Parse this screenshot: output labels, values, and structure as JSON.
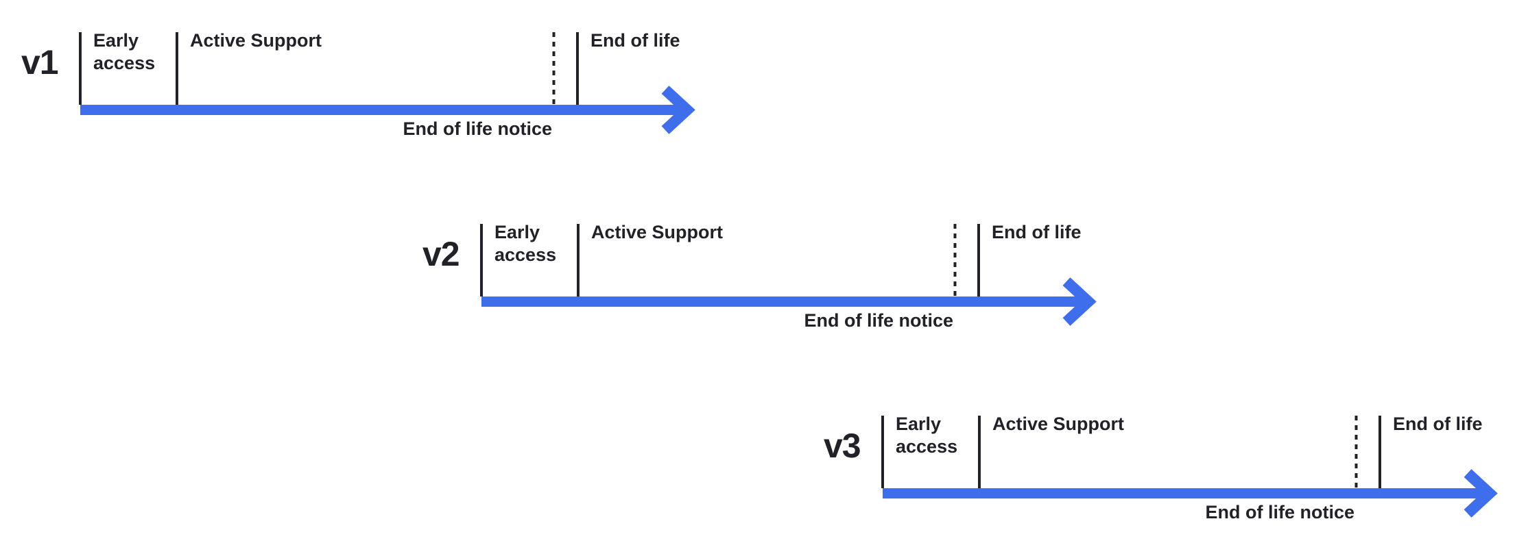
{
  "colors": {
    "arrow_blue": "#3E6EEB",
    "ink": "#212227",
    "background": "#ffffff"
  },
  "rows": [
    {
      "version": "v1",
      "phases": {
        "early_access": "Early access",
        "active_support": "Active Support",
        "end_of_life": "End of life"
      },
      "eol_notice": "End of life notice"
    },
    {
      "version": "v2",
      "phases": {
        "early_access": "Early access",
        "active_support": "Active Support",
        "end_of_life": "End of life"
      },
      "eol_notice": "End of life notice"
    },
    {
      "version": "v3",
      "phases": {
        "early_access": "Early access",
        "active_support": "Active Support",
        "end_of_life": "End of life"
      },
      "eol_notice": "End of life notice"
    }
  ]
}
